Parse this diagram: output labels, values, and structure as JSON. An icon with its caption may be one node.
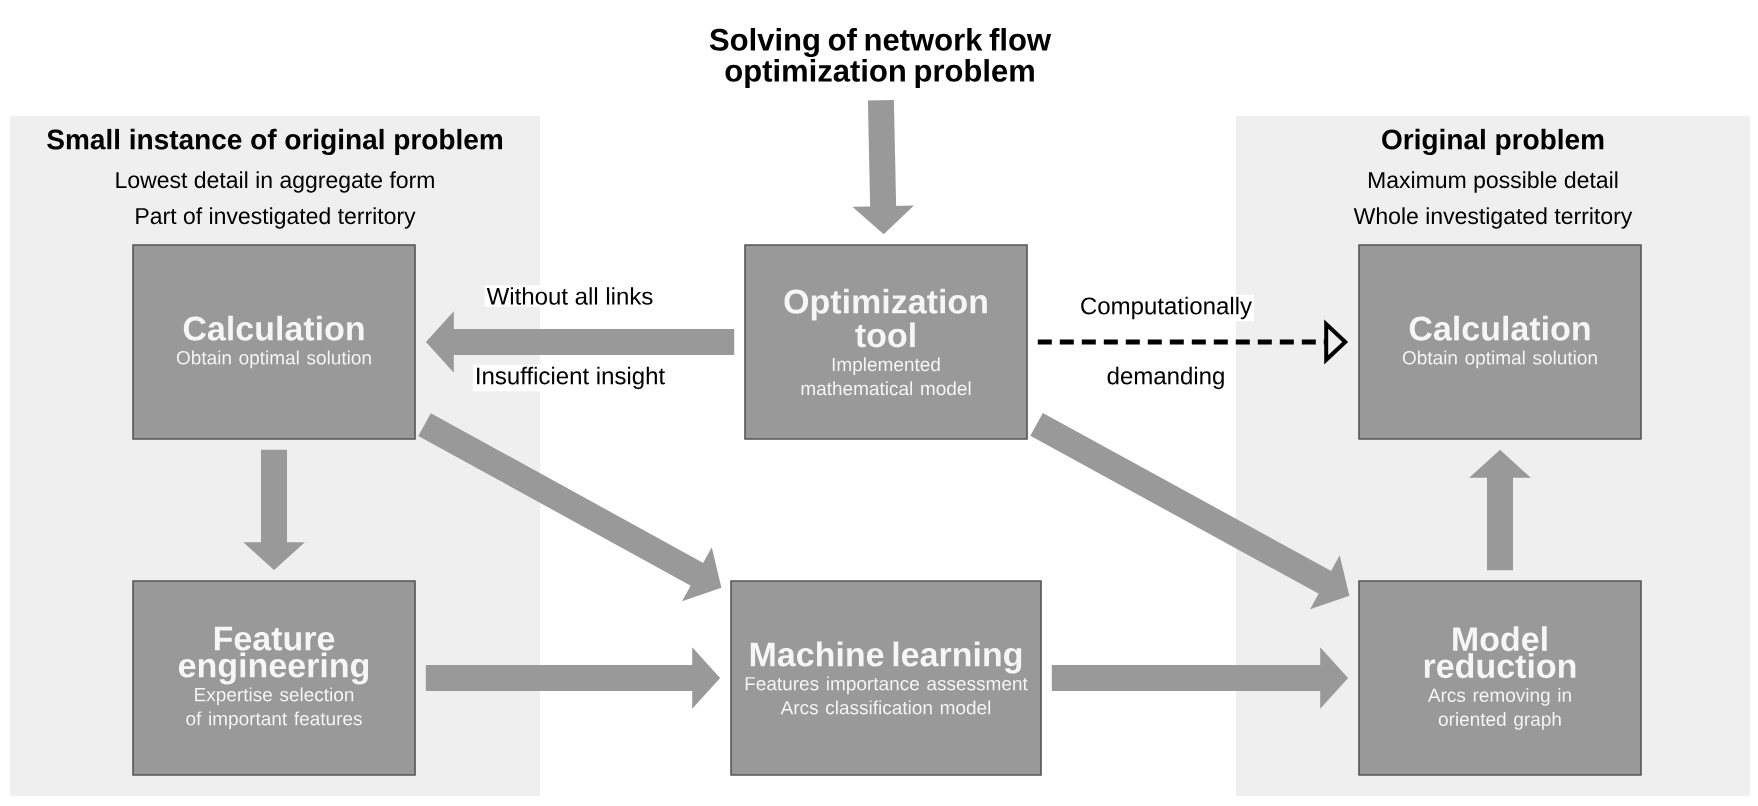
{
  "diagram": {
    "nodes": [
      {
        "text": [
          "Solving of network flow optimization problem"
        ]
      },
      {
        "text": [
          "Small instance of original problem",
          "Lowest detail in aggregate form",
          "Part of investigated territory"
        ]
      },
      {
        "text": [
          "Calculation",
          "Obtain optimal solution"
        ],
        "in": 1
      },
      {
        "text": [
          "Feature engineering",
          "Expertise selection of important features"
        ],
        "in": 1
      },
      {
        "text": [
          "Optimization tool",
          "Implemented mathematical model"
        ]
      },
      {
        "text": [
          "Machine learning",
          "Features importance assessment",
          "Arcs classification model"
        ]
      },
      {
        "text": [
          "Original problem",
          "Maximum possible detail",
          "Whole investigated territory"
        ]
      },
      {
        "text": [
          "Calculation",
          "Obtain optimal solution"
        ],
        "in": 6
      },
      {
        "text": [
          "Model reduction",
          "Arcs removing in oriented graph"
        ],
        "in": 6
      }
    ],
    "edges": [
      {
        "from": 0,
        "to": 4,
        "arrow": "to"
      },
      {
        "from": 4,
        "to": 2,
        "arrow": "to",
        "label": "Without all links"
      },
      {
        "from": 4,
        "to": 7,
        "arrow": "to",
        "label": "Computationally",
        "style": "dashed",
        "color": "#000000"
      },
      {
        "from": 2,
        "to": 3,
        "arrow": "to"
      },
      {
        "from": 2,
        "to": 5,
        "arrow": "to"
      },
      {
        "from": 3,
        "to": 5,
        "arrow": "to"
      },
      {
        "from": 4,
        "to": 8,
        "arrow": "to"
      },
      {
        "from": 5,
        "to": 8,
        "arrow": "to"
      },
      {
        "from": 8,
        "to": 7,
        "arrow": "to"
      }
    ],
    "labels": [
      "Insufficient insight",
      "demanding"
    ]
  }
}
